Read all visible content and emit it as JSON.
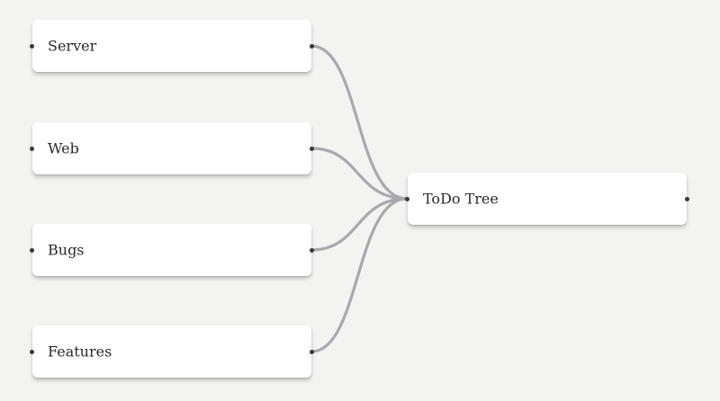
{
  "colors": {
    "background": "#f3f3f2",
    "node": "#ffffff",
    "edge": "#a9a9ad",
    "port": "#3a3a3a",
    "text": "#2a2a2a"
  },
  "nodes": [
    {
      "id": "server",
      "label": "Server"
    },
    {
      "id": "web",
      "label": "Web"
    },
    {
      "id": "bugs",
      "label": "Bugs"
    },
    {
      "id": "features",
      "label": "Features"
    },
    {
      "id": "todo_tree",
      "label": "ToDo Tree"
    }
  ],
  "edges": [
    {
      "from": "server",
      "to": "todo_tree"
    },
    {
      "from": "web",
      "to": "todo_tree"
    },
    {
      "from": "bugs",
      "to": "todo_tree"
    },
    {
      "from": "features",
      "to": "todo_tree"
    }
  ]
}
